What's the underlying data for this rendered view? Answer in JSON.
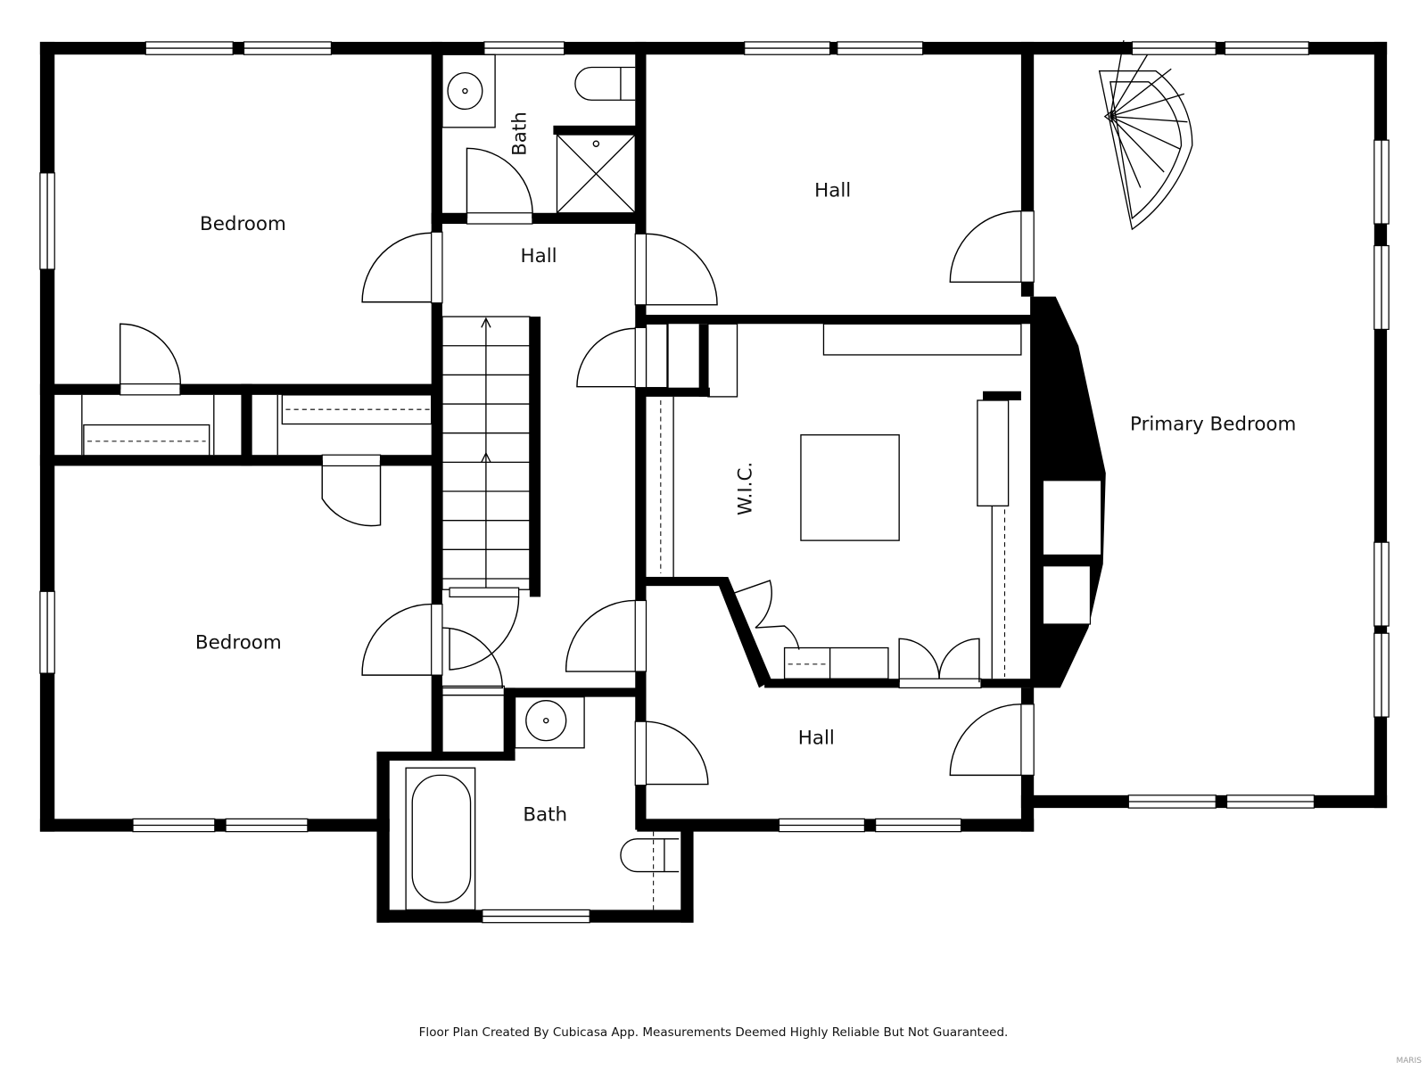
{
  "rooms": {
    "bedroom_top": "Bedroom",
    "bath_top": "Bath",
    "hall_center": "Hall",
    "hall_top_right": "Hall",
    "primary_bedroom": "Primary Bedroom",
    "wic": "W.I.C.",
    "bedroom_bottom": "Bedroom",
    "hall_bottom": "Hall",
    "bath_bottom": "Bath"
  },
  "footer": "Floor Plan Created By Cubicasa App. Measurements Deemed Highly Reliable But Not Guaranteed.",
  "watermark": "MARIS",
  "colors": {
    "wall": "#000000",
    "background": "#ffffff"
  }
}
